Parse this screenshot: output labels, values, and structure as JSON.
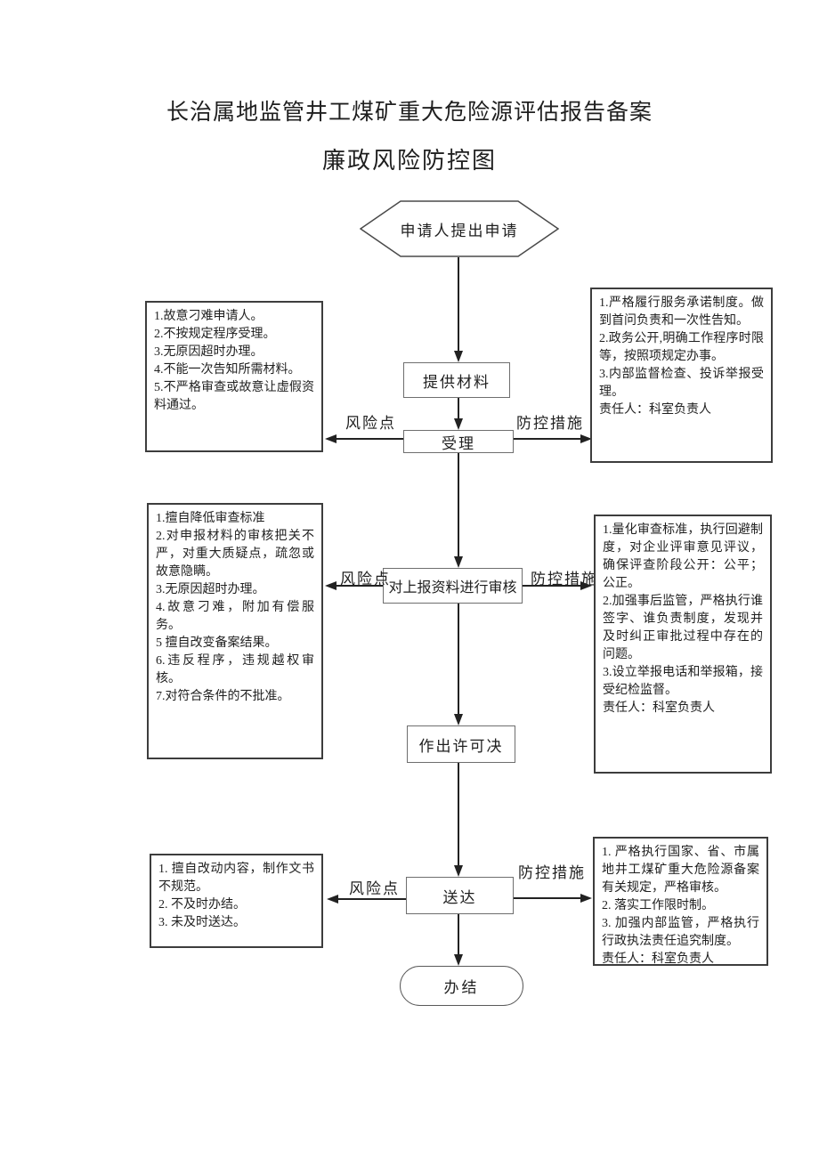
{
  "title": {
    "line1": "长治属地监管井工煤矿重大危险源评估报告备案",
    "line2": "廉政风险防控图"
  },
  "flow": {
    "start": "申请人提出申请",
    "step_provide": "提供材料",
    "step_accept": "受理",
    "step_review": "对上报资料进行审核",
    "step_decision": "作出许可决",
    "step_deliver": "送达",
    "end": "办结"
  },
  "labels": {
    "risk": "风险点",
    "control": "防控措施"
  },
  "risk_boxes": [
    {
      "items": [
        "1.故意刁难申请人。",
        "2.不按规定程序受理。",
        "3.无原因超时办理。",
        "4.不能一次告知所需材料。",
        "5.不严格审查或故意让虚假资料通过。"
      ]
    },
    {
      "items": [
        "1.擅自降低审查标准",
        "2.对申报材料的审核把关不严，对重大质疑点，疏忽或故意隐瞒。",
        "3.无原因超时办理。",
        "4.故意刁难，附加有偿服务。",
        "5 擅自改变备案结果。",
        "6.违反程序，违规越权审核。",
        "7.对符合条件的不批准。"
      ]
    },
    {
      "items": [
        "1. 擅自改动内容，制作文书不规范。",
        "2. 不及时办结。",
        "3. 未及时送达。"
      ]
    }
  ],
  "control_boxes": [
    {
      "items": [
        "1.严格履行服务承诺制度。做到首问负责和一次性告知。",
        "2.政务公开,明确工作程序时限等，按照项规定办事。",
        "3.内部监督检查、投诉举报受理。"
      ],
      "responsible": "责任人：科室负责人"
    },
    {
      "items": [
        "1.量化审查标准，执行回避制度，对企业评审意见评议，确保评查阶段公开：公平；公正。",
        "2.加强事后监管，严格执行谁签字、谁负责制度，发现并及时纠正审批过程中存在的问题。",
        "3.设立举报电话和举报箱，接受纪检监督。"
      ],
      "responsible": "责任人：科室负责人"
    },
    {
      "items": [
        "1. 严格执行国家、省、市属地井工煤矿重大危险源备案有关规定，严格审核。",
        "2. 落实工作限时制。",
        "3. 加强内部监管，严格执行行政执法责任追究制度。"
      ],
      "responsible": "责任人：科室负责人"
    }
  ]
}
